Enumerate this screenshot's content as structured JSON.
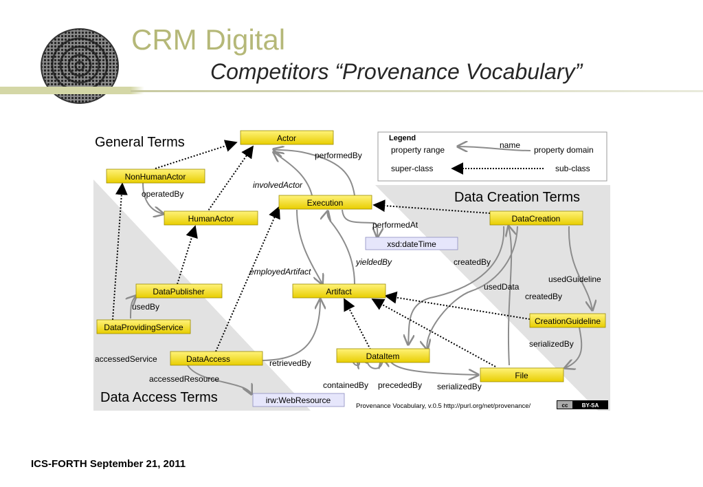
{
  "header": {
    "title": "CRM Digital",
    "subtitle": "Competitors “Provenance Vocabulary”"
  },
  "diagram": {
    "sections": {
      "general": "General Terms",
      "creation": "Data Creation Terms",
      "access": "Data Access Terms"
    },
    "classes": {
      "actor": "Actor",
      "non_human_actor": "NonHumanActor",
      "human_actor": "HumanActor",
      "execution": "Execution",
      "data_creation": "DataCreation",
      "artifact": "Artifact",
      "data_publisher": "DataPublisher",
      "data_providing_service": "DataProvidingService",
      "data_access": "DataAccess",
      "data_item": "DataItem",
      "file": "File",
      "creation_guideline": "CreationGuideline"
    },
    "literals": {
      "datetime": "xsd:dateTime",
      "web_resource": "irw:WebResource"
    },
    "properties": {
      "performed_by_exec": "performedBy",
      "operated_by": "operatedBy",
      "involved_actor": "involvedActor",
      "performed_at": "performedAt",
      "employed_artifact": "employedArtifact",
      "yielded_by": "yieldedBy",
      "created_by_item": "createdBy",
      "used_data": "usedData",
      "used_guideline": "usedGuideline",
      "created_by_guideline": "createdBy",
      "serialized_by_guideline": "serializedBy",
      "used_by": "usedBy",
      "accessed_service": "accessedService",
      "accessed_resource": "accessedResource",
      "retrieved_by": "retrievedBy",
      "contained_by": "containedBy",
      "preceded_by": "precededBy",
      "serialized_by_item": "serializedBy"
    },
    "legend": {
      "title": "Legend",
      "property_range": "property range",
      "name": "name",
      "property_domain": "property domain",
      "super_class": "super-class",
      "sub_class": "sub-class"
    },
    "credit": "Provenance Vocabulary, v.0.5  http://purl.org/net/provenance/",
    "license_badge": "BY-SA",
    "license_cc": "cc",
    "colors": {
      "class_fill_top": "#fff176",
      "class_fill_bottom": "#e8d000",
      "literal_fill": "#e6e6fb",
      "region_fill": "#e2e2e2"
    }
  },
  "footer": {
    "text": "ICS-FORTH  September 21, 2011"
  }
}
